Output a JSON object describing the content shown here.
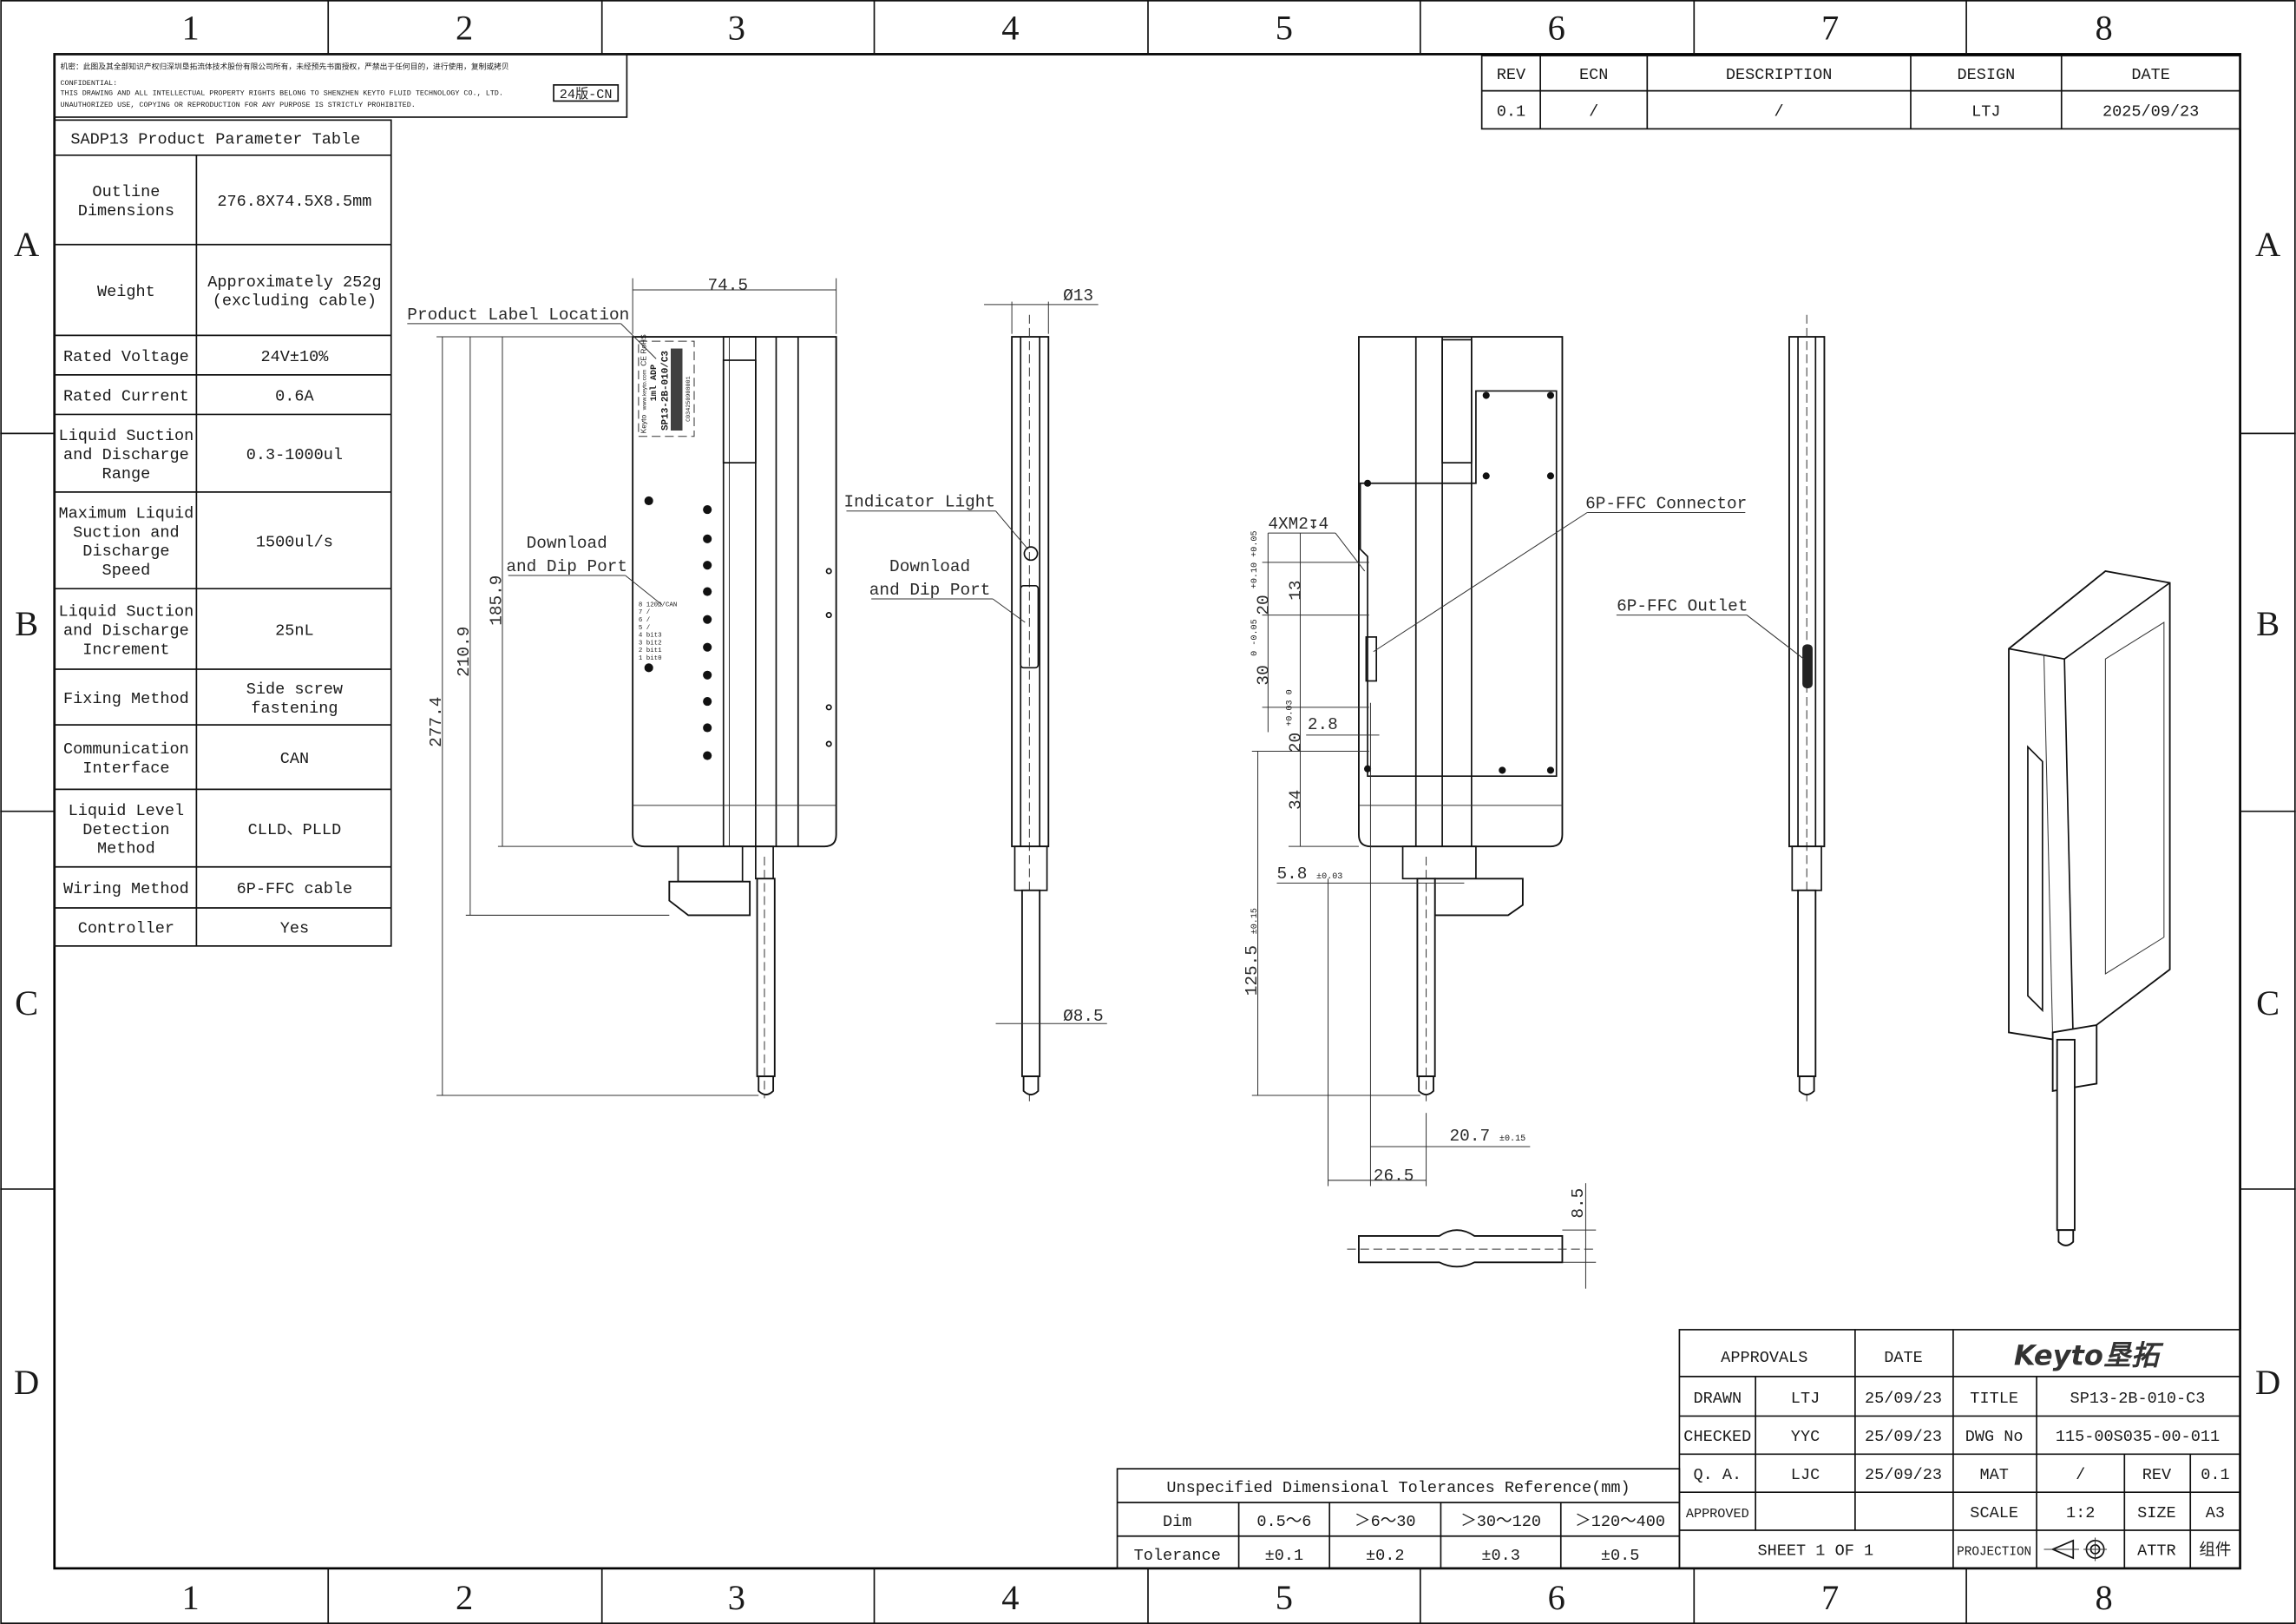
{
  "grid": {
    "columns": [
      "1",
      "2",
      "3",
      "4",
      "5",
      "6",
      "7",
      "8"
    ],
    "rows": [
      "A",
      "B",
      "C",
      "D"
    ]
  },
  "confidential": {
    "cn": "机密：此图及其全部知识产权归深圳垦拓流体技术股份有限公司所有，未经预先书面授权，严禁出于任何目的，进行使用，复制或拷贝",
    "line1": "CONFIDENTIAL:",
    "line2": "THIS DRAWING AND ALL INTELLECTUAL PROPERTY RIGHTS BELONG TO SHENZHEN KEYTO FLUID TECHNOLOGY CO., LTD.",
    "line3": "UNAUTHORIZED USE, COPYING OR REPRODUCTION FOR ANY PURPOSE IS STRICTLY PROHIBITED.",
    "version": "24版-CN"
  },
  "revision": {
    "headers": [
      "REV",
      "ECN",
      "DESCRIPTION",
      "DESIGN",
      "DATE"
    ],
    "row": [
      "0.1",
      "/",
      "/",
      "LTJ",
      "2025/09/23"
    ]
  },
  "params": {
    "title": "SADP13 Product Parameter Table",
    "rows": [
      {
        "label": [
          "Outline",
          "Dimensions"
        ],
        "value": [
          "276.8X74.5X8.5mm"
        ]
      },
      {
        "label": [
          "Weight"
        ],
        "value": [
          "Approximately 252g",
          "(excluding cable)"
        ]
      },
      {
        "label": [
          "Rated Voltage"
        ],
        "value": [
          "24V±10%"
        ]
      },
      {
        "label": [
          "Rated Current"
        ],
        "value": [
          "0.6A"
        ]
      },
      {
        "label": [
          "Liquid Suction",
          "and Discharge",
          "Range"
        ],
        "value": [
          "0.3-1000ul"
        ]
      },
      {
        "label": [
          "Maximum Liquid",
          "Suction and",
          "Discharge",
          "Speed"
        ],
        "value": [
          "1500ul/s"
        ]
      },
      {
        "label": [
          "Liquid Suction",
          "and Discharge",
          "Increment"
        ],
        "value": [
          "25nL"
        ]
      },
      {
        "label": [
          "Fixing Method"
        ],
        "value": [
          "Side screw",
          "fastening"
        ]
      },
      {
        "label": [
          "Communication",
          "Interface"
        ],
        "value": [
          "CAN"
        ]
      },
      {
        "label": [
          "Liquid Level",
          "Detection",
          "Method"
        ],
        "value": [
          "CLLD、PLLD"
        ]
      },
      {
        "label": [
          "Wiring Method"
        ],
        "value": [
          "6P-FFC cable"
        ]
      },
      {
        "label": [
          "Controller"
        ],
        "value": [
          "Yes"
        ]
      }
    ]
  },
  "annotations": {
    "product_label": "Product Label Location",
    "download_front": [
      "Download",
      "and Dip Port"
    ],
    "indicator": "Indicator Light",
    "download_side": [
      "Download",
      "and Dip Port"
    ],
    "ffc_connector": "6P-FFC Connector",
    "ffc_outlet": "6P-FFC Outlet",
    "screw": "4XM2↧4"
  },
  "label": {
    "brand": "Keyto",
    "url": "www.keyto.com",
    "cert": "CE RoHS",
    "product": "1ml ADP",
    "model": "SP13-2B-010/C3",
    "serial": "C034250908001",
    "dip": [
      "8 120Ω/CAN",
      "7 /",
      "6 /",
      "5 /",
      "4 bit3",
      "3 bit2",
      "2 bit1",
      "1 bit0"
    ]
  },
  "dimensions": {
    "width": "74.5",
    "h_total": "277.4",
    "h_bracket": "210.9",
    "h_body": "185.9",
    "dia_top": "Ø13",
    "dia_tip": "Ø8.5",
    "d20a": "20",
    "d20a_tol": "+0.10 +0.05",
    "d13": "13",
    "d30": "30",
    "d30_tol": "0 -0.05",
    "d20b": "20",
    "d20b_tol": "+0.03 0",
    "d34": "34",
    "d2_8": "2.8",
    "d5_8": "5.8",
    "d5_8_tol": "±0.03",
    "d125_5": "125.5",
    "d125_5_tol": "±0.15",
    "d20_7": "20.7",
    "d20_7_tol": "±0.15",
    "d26_5": "26.5",
    "d8_5": "8.5"
  },
  "tolerances": {
    "title": "Unspecified Dimensional Tolerances Reference(mm)",
    "dim_label": "Dim",
    "tol_label": "Tolerance",
    "ranges": [
      "0.5～6",
      "＞6～30",
      "＞30～120",
      "＞120～400"
    ],
    "values": [
      "±0.1",
      "±0.2",
      "±0.3",
      "±0.5"
    ]
  },
  "title_block": {
    "approvals": "APPROVALS",
    "date": "DATE",
    "logo": "Keyto垦拓",
    "drawn": {
      "label": "DRAWN",
      "name": "LTJ",
      "date": "25/09/23"
    },
    "checked": {
      "label": "CHECKED",
      "name": "YYC",
      "date": "25/09/23"
    },
    "qa": {
      "label": "Q. A.",
      "name": "LJC",
      "date": "25/09/23"
    },
    "approved": {
      "label": "APPROVED"
    },
    "title_label": "TITLE",
    "title": "SP13-2B-010-C3",
    "dwg_label": "DWG No",
    "dwg": "115-00S035-00-011",
    "mat_label": "MAT",
    "mat": "/",
    "rev_label": "REV",
    "rev": "0.1",
    "scale_label": "SCALE",
    "scale": "1:2",
    "size_label": "SIZE",
    "size": "A3",
    "sheet": "SHEET 1 OF 1",
    "projection_label": "PROJECTION",
    "attr_label": "ATTR",
    "attr": "组件"
  }
}
